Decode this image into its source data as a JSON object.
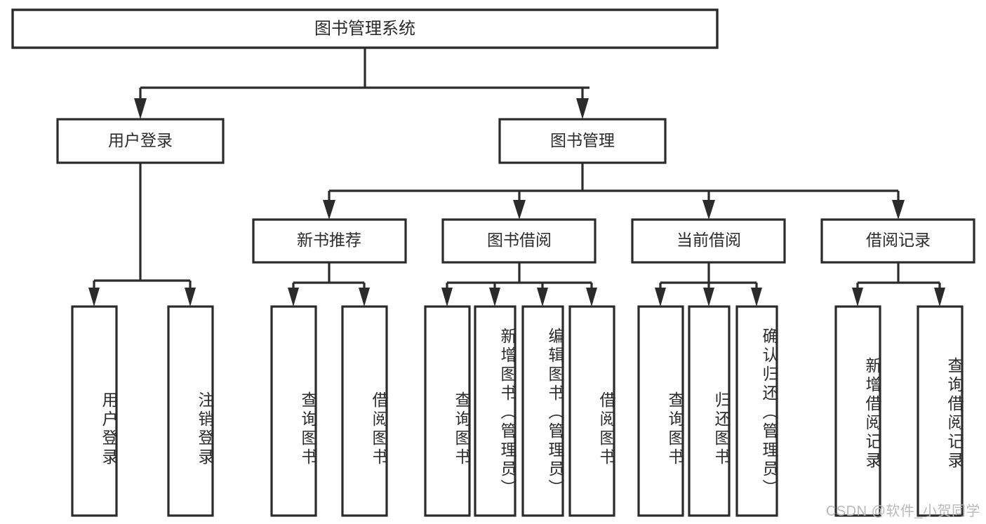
{
  "diagram": {
    "title": "图书管理系统",
    "type": "hierarchy-tree",
    "colors": {
      "stroke": "#2b2b2b",
      "fill": "#ffffff",
      "text": "#2b2b2b",
      "background": "#ffffff",
      "watermark": "#b9b9b9"
    },
    "root": {
      "label": "图书管理系统"
    },
    "level2": [
      {
        "id": "user-login",
        "label": "用户登录"
      },
      {
        "id": "book-management",
        "label": "图书管理"
      }
    ],
    "level3": [
      {
        "id": "new-book-recommend",
        "label": "新书推荐",
        "parent": "book-management"
      },
      {
        "id": "book-borrow",
        "label": "图书借阅",
        "parent": "book-management"
      },
      {
        "id": "current-borrow",
        "label": "当前借阅",
        "parent": "book-management"
      },
      {
        "id": "borrow-record",
        "label": "借阅记录",
        "parent": "book-management"
      }
    ],
    "leaves": [
      {
        "id": "leaf-user-login",
        "label": "用户登录",
        "parent": "user-login"
      },
      {
        "id": "leaf-logout-login",
        "label": "注销登录",
        "parent": "user-login"
      },
      {
        "id": "leaf-query-book-1",
        "label": "查询图书",
        "parent": "new-book-recommend"
      },
      {
        "id": "leaf-borrow-book-1",
        "label": "借阅图书",
        "parent": "new-book-recommend"
      },
      {
        "id": "leaf-query-book-2",
        "label": "查询图书",
        "parent": "book-borrow"
      },
      {
        "id": "leaf-add-book-admin",
        "label": "新增图书（管理员）",
        "parent": "book-borrow"
      },
      {
        "id": "leaf-edit-book-admin",
        "label": "编辑图书（管理员）",
        "parent": "book-borrow"
      },
      {
        "id": "leaf-borrow-book-2",
        "label": "借阅图书",
        "parent": "book-borrow"
      },
      {
        "id": "leaf-query-book-3",
        "label": "查询图书",
        "parent": "current-borrow"
      },
      {
        "id": "leaf-return-book",
        "label": "归还图书",
        "parent": "current-borrow"
      },
      {
        "id": "leaf-confirm-return-admin",
        "label": "确认归还（管理员）",
        "parent": "current-borrow"
      },
      {
        "id": "leaf-add-borrow-record",
        "label": "新增借阅记录",
        "parent": "borrow-record"
      },
      {
        "id": "leaf-query-borrow-record",
        "label": "查询借阅记录",
        "parent": "borrow-record"
      }
    ],
    "watermark": "CSDN @软件_小贺同学"
  }
}
